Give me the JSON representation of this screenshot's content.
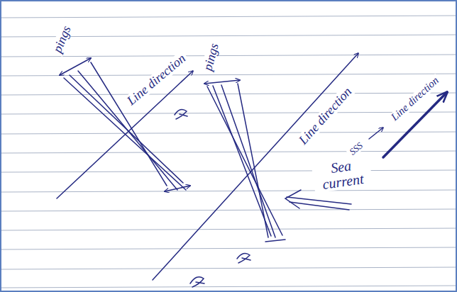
{
  "diagram": {
    "labels": [
      "pings",
      "Line direction",
      "pings",
      "Line direction",
      "SSS",
      "Line direction",
      "Sea current"
    ]
  }
}
